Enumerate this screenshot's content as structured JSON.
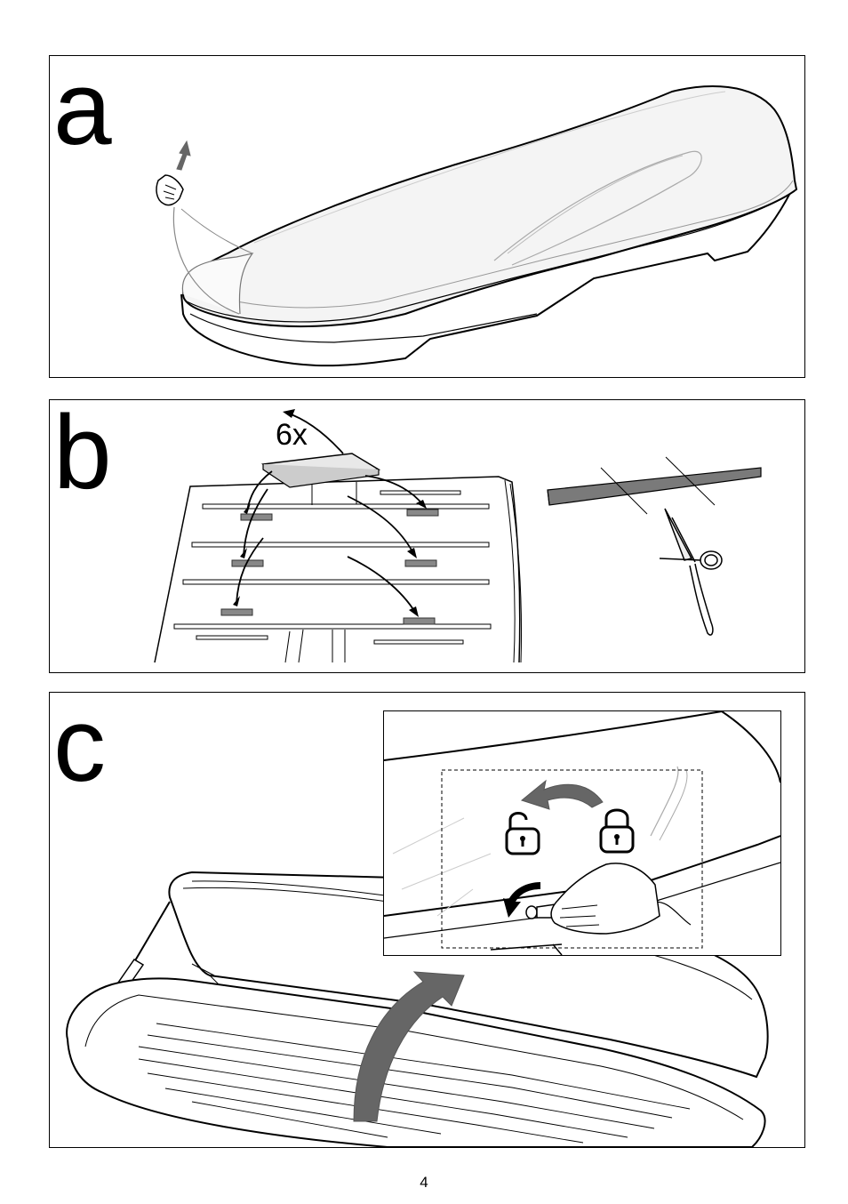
{
  "steps": {
    "a": {
      "letter": "a"
    },
    "b": {
      "letter": "b",
      "count": "6x"
    },
    "c": {
      "letter": "c"
    }
  },
  "icons": {
    "lift-arrow": "lift-arrow-icon",
    "scissors": "scissors-icon",
    "lock-open": "lock-open-icon",
    "lock-closed": "lock-closed-icon",
    "rotate-arrow": "counterclockwise-arrow-icon",
    "open-lid-arrow": "open-lid-arrow-icon"
  },
  "colors": {
    "arrow": "#666666",
    "pad": "#7a7a7a",
    "line": "#000000"
  },
  "page": {
    "number": "4"
  }
}
